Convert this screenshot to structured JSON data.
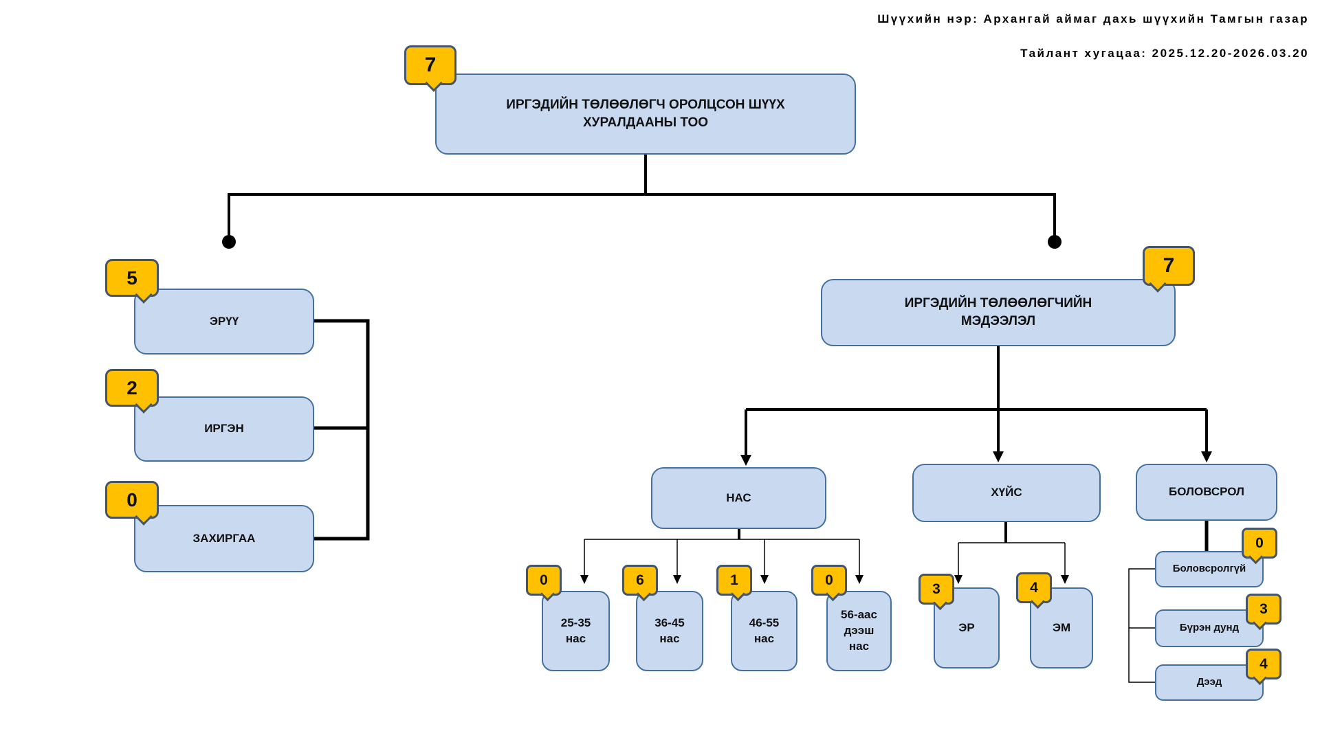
{
  "header": {
    "court": "Шүүхийн нэр: Архангай аймаг дахь шүүхийн Тамгын газар",
    "period": "Тайлант хугацаа: 2025.12.20-2026.03.20"
  },
  "root": {
    "label": "ИРГЭДИЙН ТӨЛӨӨЛӨГЧ ОРОЛЦСОН ШҮҮХ ХУРАЛДААНЫ ТОО",
    "count": "7"
  },
  "case_types": [
    {
      "label": "ЭРҮҮ",
      "count": "5"
    },
    {
      "label": "ИРГЭН",
      "count": "2"
    },
    {
      "label": "ЗАХИРГАА",
      "count": "0"
    }
  ],
  "rep_info": {
    "label": "ИРГЭДИЙН ТӨЛӨӨЛӨГЧИЙН МЭДЭЭЛЭЛ",
    "count": "7"
  },
  "categories": {
    "age": {
      "label": "НАС",
      "groups": [
        {
          "label": "25-35 нас",
          "count": "0"
        },
        {
          "label": "36-45 нас",
          "count": "6"
        },
        {
          "label": "46-55 нас",
          "count": "1"
        },
        {
          "label": "56-аас дээш нас",
          "count": "0"
        }
      ]
    },
    "gender": {
      "label": "ХҮЙС",
      "groups": [
        {
          "label": "ЭР",
          "count": "3"
        },
        {
          "label": "ЭМ",
          "count": "4"
        }
      ]
    },
    "education": {
      "label": "БОЛОВСРОЛ",
      "groups": [
        {
          "label": "Боловсролгүй",
          "count": "0"
        },
        {
          "label": "Бүрэн дунд",
          "count": "3"
        },
        {
          "label": "Дээд",
          "count": "4"
        }
      ]
    }
  },
  "colors": {
    "node_fill": "#c9daf0",
    "node_border": "#45709e",
    "badge_fill": "#ffc000",
    "badge_border": "#44546a",
    "connector": "#000000"
  }
}
